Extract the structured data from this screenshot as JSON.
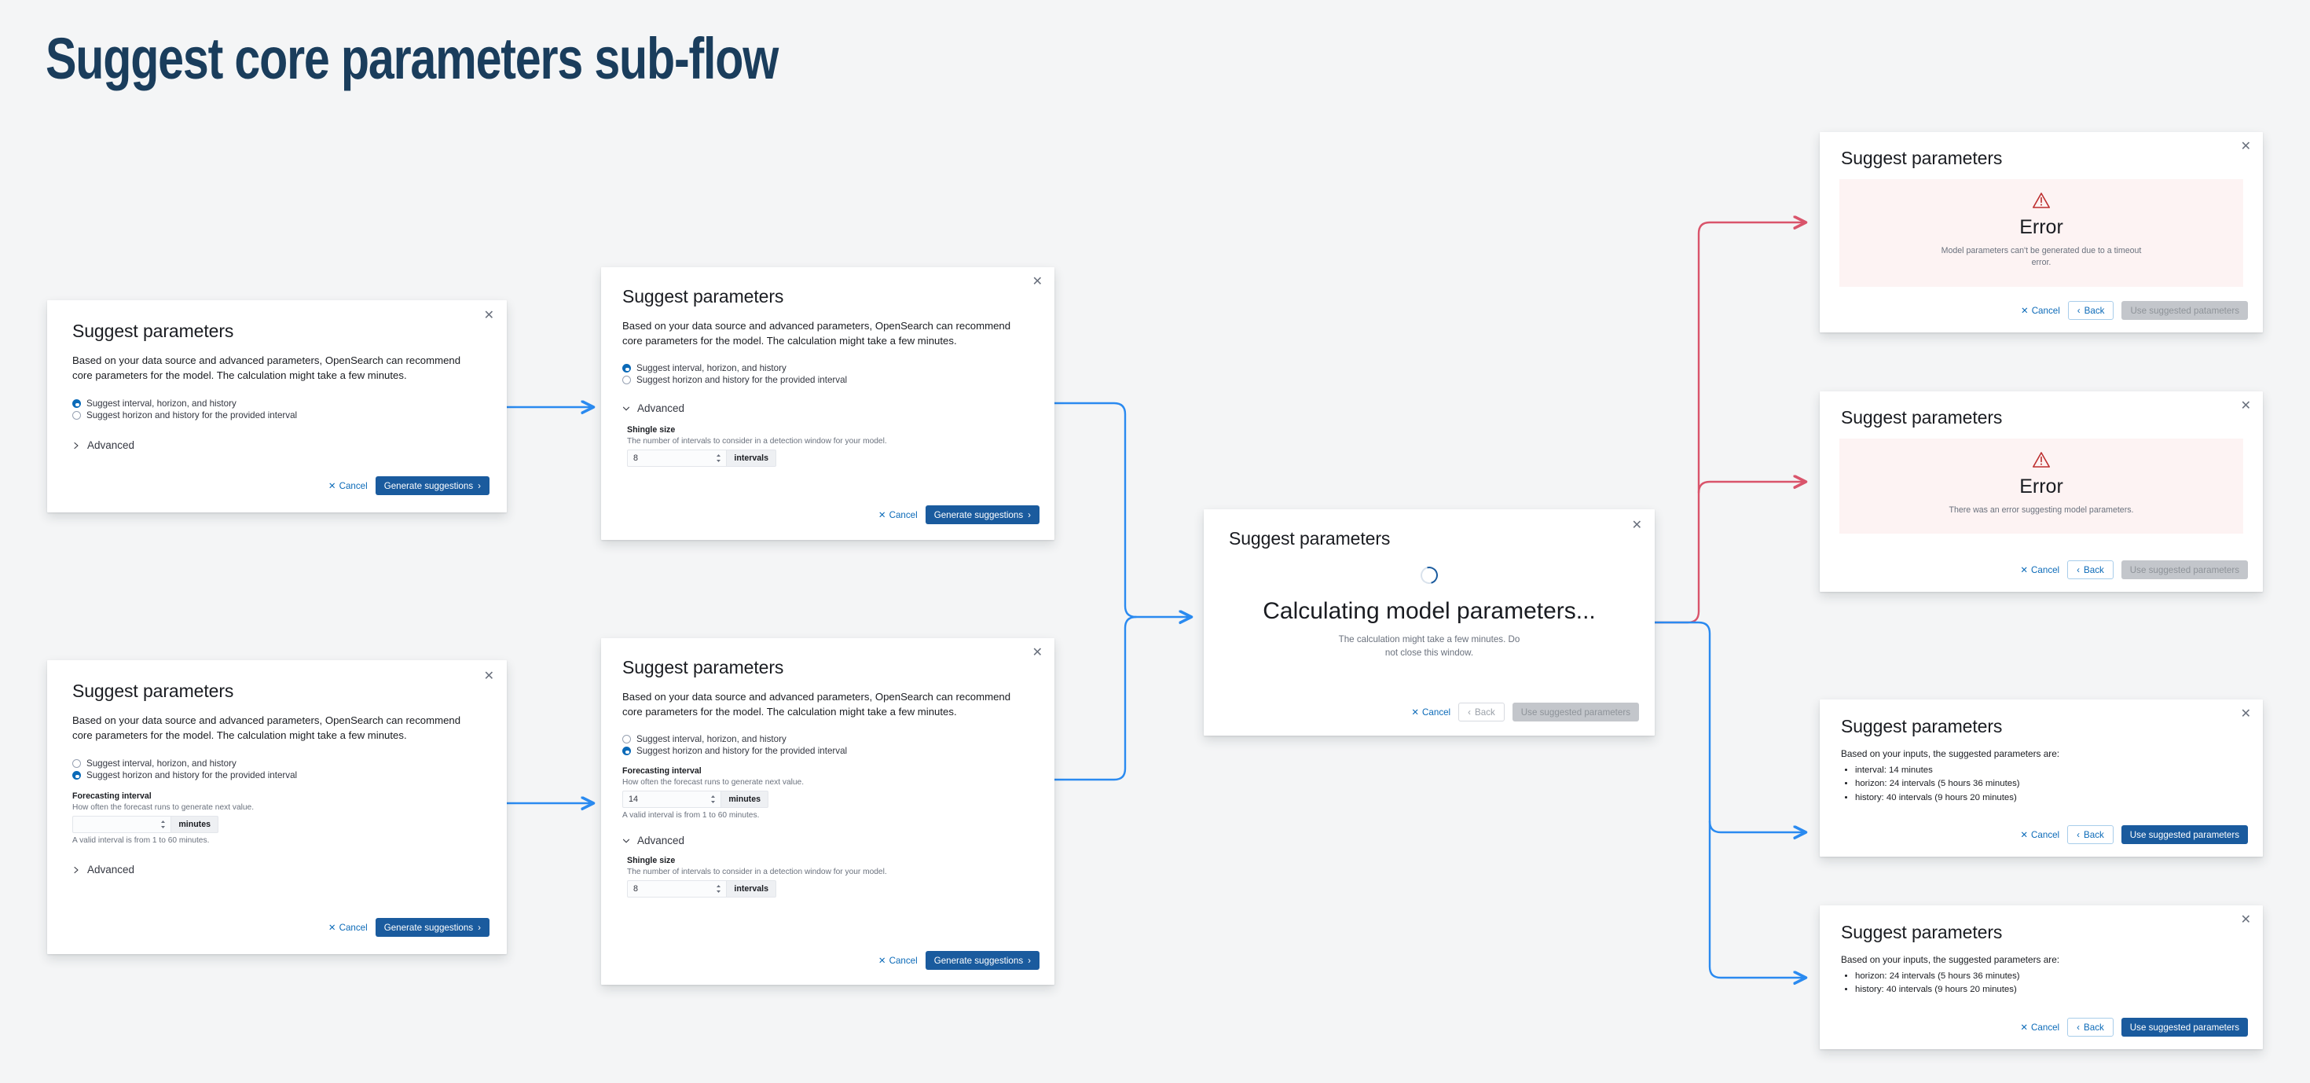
{
  "page": {
    "title": "Suggest core parameters sub-flow",
    "title_color": "#1a3d5c",
    "background_color": "#f4f5f6"
  },
  "colors": {
    "accent_blue": "#0b6ab8",
    "primary_button": "#1a5b9e",
    "error_red": "#bd2f2f",
    "error_panel_bg": "#fdf3f3",
    "connector_blue": "#2a8af0",
    "connector_red": "#d9546b",
    "disabled_button": "#c3c6cb"
  },
  "common": {
    "dialog_title": "Suggest parameters",
    "close_icon": "close-icon",
    "description": "Based on your data source and advanced parameters, OpenSearch can recommend core parameters for the model. The calculation might take a few minutes.",
    "radio_interval_horizon_history": "Suggest interval, horizon, and history",
    "radio_horizon_history_provided": "Suggest horizon and history for the provided interval",
    "advanced_label": "Advanced",
    "cancel_label": "Cancel",
    "generate_label": "Generate suggestions",
    "back_label": "Back",
    "use_suggested_label": "Use suggested parameters",
    "shingle_label": "Shingle size",
    "shingle_help": "The number of intervals to consider in a detection window for your model.",
    "shingle_value": "8",
    "shingle_unit": "intervals",
    "forecast_label": "Forecasting interval",
    "forecast_help": "How often the forecast runs to generate next value.",
    "forecast_hint": "A valid interval is from 1 to 60 minutes.",
    "forecast_unit": "minutes",
    "results_intro": "Based on your inputs, the suggested parameters are:",
    "error_heading": "Error",
    "warning_icon": "warning-triangle-icon",
    "chevron_right_icon": "chevron-right-icon",
    "chevron_down_icon": "chevron-down-icon",
    "chevron_left_icon": "chevron-left-icon",
    "spinner_icon": "loading-spinner-icon",
    "stepper_icon": "stepper-updown-icon"
  },
  "cards": {
    "step1_collapsed": {
      "name": "suggest-parameters-step1",
      "selected_radio": 0,
      "advanced_open": false,
      "forecast_field": false
    },
    "step2_advanced": {
      "name": "suggest-parameters-step2-advanced",
      "selected_radio": 0,
      "advanced_open": true,
      "forecast_field": false
    },
    "step3_interval_empty": {
      "name": "suggest-parameters-step3-interval",
      "selected_radio": 1,
      "advanced_open": false,
      "forecast_field": true,
      "forecast_value": ""
    },
    "step4_interval_advanced": {
      "name": "suggest-parameters-step4-interval-advanced",
      "selected_radio": 1,
      "advanced_open": true,
      "forecast_field": true,
      "forecast_value": "14"
    },
    "loading": {
      "name": "suggest-parameters-calculating",
      "heading": "Calculating model parameters...",
      "subtext": "The calculation might take a few minutes. Do not close this window."
    },
    "error_timeout": {
      "name": "suggest-parameters-error-timeout",
      "heading": "Error",
      "message": "Model parameters can't be generated due to a timeout error.",
      "use_suggested_label": "Use suggested patameters"
    },
    "error_generic": {
      "name": "suggest-parameters-error-generic",
      "heading": "Error",
      "message": "There was an error suggesting model parameters.",
      "use_suggested_label": "Use suggested parameters"
    },
    "result_full": {
      "name": "suggest-parameters-result-full",
      "intro": "Based on your inputs, the suggested parameters are:",
      "bullets": [
        "interval: 14 minutes",
        "horizon: 24 intervals (5 hours 36 minutes)",
        "history: 40 intervals (9 hours 20 minutes)"
      ]
    },
    "result_partial": {
      "name": "suggest-parameters-result-partial",
      "intro": "Based on your inputs, the suggested parameters are:",
      "bullets": [
        "horizon: 24 intervals (5 hours 36 minutes)",
        "history: 40 intervals (9 hours 20 minutes)"
      ]
    }
  }
}
